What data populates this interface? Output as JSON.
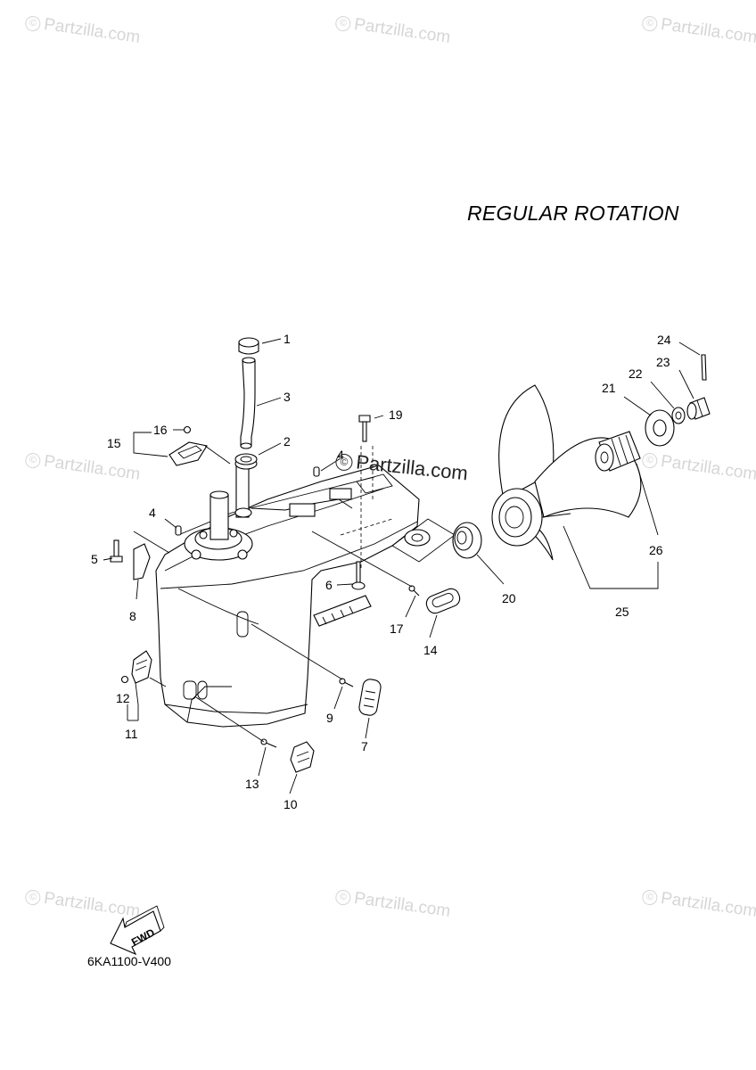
{
  "title": "REGULAR ROTATION",
  "diagram_code": "6KA1100-V400",
  "fwd_label": "FWD",
  "watermark": {
    "symbol": "©",
    "text": "Partzilla.com",
    "color": "#d6d6d6"
  },
  "overlay": {
    "symbol": "©",
    "text": "Partzilla.com"
  },
  "callouts": [
    "1",
    "2",
    "3",
    "4",
    "4",
    "5",
    "6",
    "7",
    "8",
    "9",
    "10",
    "11",
    "12",
    "13",
    "14",
    "15",
    "16",
    "17",
    "19",
    "20",
    "21",
    "22",
    "23",
    "24",
    "25",
    "26"
  ]
}
